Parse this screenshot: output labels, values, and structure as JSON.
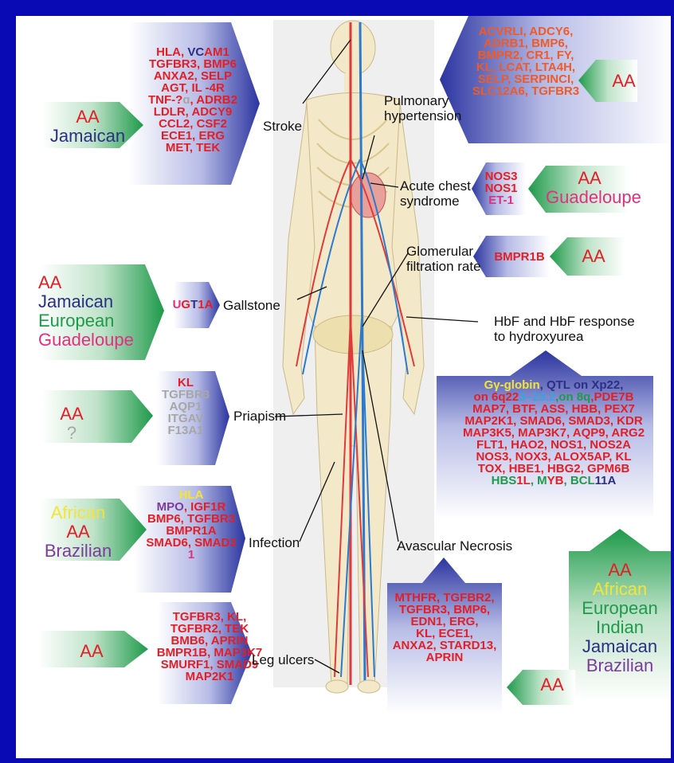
{
  "stroke": {
    "label": "Stroke",
    "pop": [
      "AA",
      "Jamaican"
    ],
    "genes": [
      [
        [
          "HLA, ",
          "r"
        ],
        [
          "VC",
          "b"
        ],
        [
          "AM1",
          "r"
        ]
      ],
      [
        [
          "TGFBR3, BMP6",
          "r"
        ]
      ],
      [
        [
          "ANXA2, SELP",
          "r"
        ]
      ],
      [
        [
          "AGT, IL -4R",
          "r"
        ]
      ],
      [
        [
          "TNF-?",
          "r"
        ],
        [
          "ɑ",
          "gr"
        ],
        [
          ", ADRB2",
          "r"
        ]
      ],
      [
        [
          "LDLR, ADCY9",
          "r"
        ]
      ],
      [
        [
          "CCL2, CSF2",
          "r"
        ]
      ],
      [
        [
          "ECE1, ERG",
          "r"
        ]
      ],
      [
        [
          "MET, TEK",
          "r"
        ]
      ]
    ]
  },
  "pulmonary": {
    "label_lines": [
      "Pulmonary",
      "hypertension"
    ],
    "pop": [
      "AA"
    ],
    "genes": [
      [
        [
          "ACVRLI, ADCY6,",
          "o"
        ]
      ],
      [
        [
          "ADRB1, BMP6,",
          "o"
        ]
      ],
      [
        [
          "BMPR2, CR1, FY,",
          "o"
        ]
      ],
      [
        [
          "KL, LCAT, LTA4H,",
          "o"
        ]
      ],
      [
        [
          "SELP, SERPINCI,",
          "o"
        ]
      ],
      [
        [
          "SLC12A6, TGFBR3",
          "o"
        ]
      ]
    ]
  },
  "acs": {
    "label_lines": [
      "Acute chest",
      "syndrome"
    ],
    "pop": [
      "AA",
      "Guadeloupe"
    ],
    "genes": [
      [
        [
          "NOS3",
          "r"
        ]
      ],
      [
        [
          "NOS1",
          "r"
        ]
      ],
      [
        [
          "ET-1",
          "m"
        ]
      ]
    ]
  },
  "gfr": {
    "label_lines": [
      "Glomerular",
      "filtration rate"
    ],
    "pop": [
      "AA"
    ],
    "genes": [
      [
        [
          "BMPR1B",
          "r"
        ]
      ]
    ]
  },
  "gallstone": {
    "label": "Gallstone",
    "pop": [
      "AA",
      "Jamaican",
      "European",
      "Guadeloupe"
    ],
    "genes": [
      [
        [
          "U",
          "m"
        ],
        [
          "G",
          "r"
        ],
        [
          "T",
          "b"
        ],
        [
          "1A",
          "r"
        ]
      ]
    ]
  },
  "hbf": {
    "label_lines": [
      "HbF and HbF response",
      "to hydroxyurea"
    ],
    "pop": [
      "AA",
      "African",
      "European",
      "Indian",
      "Jamaican",
      "Brazilian"
    ],
    "genes": [
      [
        [
          "Gγ-globin",
          "y"
        ],
        [
          ", QTL on Xp22,",
          "b"
        ]
      ],
      [
        [
          "on 6q22",
          "r"
        ],
        [
          "3–23.2",
          "c"
        ],
        [
          ",on 8q",
          "g"
        ],
        [
          ",PDE7B",
          "r"
        ]
      ],
      [
        [
          "MAP7, BTF, ASS, HBB, PEX7",
          "r"
        ]
      ],
      [
        [
          "MAP2K1, SMAD6, SMAD3, KDR",
          "r"
        ]
      ],
      [
        [
          "MAP3K5, MAP3K7, AQP9, ARG2",
          "r"
        ]
      ],
      [
        [
          "FLT1, HAO2, NOS1, NOS2A",
          "r"
        ]
      ],
      [
        [
          "NOS3, NOX3, ALOX5AP, KL",
          "r"
        ]
      ],
      [
        [
          "TOX, HBE1, HBG2, GPM6B",
          "r"
        ]
      ],
      [
        [
          "HBS",
          "g"
        ],
        [
          "1L",
          "r"
        ],
        [
          ", M",
          "g"
        ],
        [
          "YB",
          "r"
        ],
        [
          ", BCL",
          "g"
        ],
        [
          "11A",
          "b"
        ]
      ]
    ]
  },
  "priapism": {
    "label": "Priapism",
    "pop": [
      "AA",
      "?"
    ],
    "genes": [
      [
        [
          "KL",
          "r"
        ]
      ],
      [
        [
          "TGFBR3",
          "gr"
        ]
      ],
      [
        [
          "AQP1",
          "gr"
        ]
      ],
      [
        [
          "ITGAV",
          "gr"
        ]
      ],
      [
        [
          "F13A1",
          "gr"
        ]
      ]
    ]
  },
  "infection": {
    "label": "Infection",
    "pop": [
      "African",
      "AA",
      "Brazilian"
    ],
    "genes": [
      [
        [
          "HLA",
          "y"
        ]
      ],
      [
        [
          "MPO",
          "p"
        ],
        [
          ", IGF1R",
          "r"
        ]
      ],
      [
        [
          "BMP6, TGFBR3",
          "r"
        ]
      ],
      [
        [
          "BMPR1A",
          "r"
        ]
      ],
      [
        [
          "SMAD6, SMAD3",
          "r"
        ]
      ],
      [
        [
          "1",
          "m"
        ]
      ]
    ]
  },
  "avn": {
    "label": "Avascular Necrosis",
    "pop": [
      "AA"
    ],
    "genes": [
      [
        [
          "MTHFR, TGFBR2,",
          "r"
        ]
      ],
      [
        [
          "TGFBR3, BMP6,",
          "r"
        ]
      ],
      [
        [
          "EDN1, ERG,",
          "r"
        ]
      ],
      [
        [
          "KL, ECE1,",
          "r"
        ]
      ],
      [
        [
          "ANXA2, STARD13,",
          "r"
        ]
      ],
      [
        [
          "APRIN",
          "r"
        ]
      ]
    ]
  },
  "leg": {
    "label": "Leg ulcers",
    "pop": [
      "AA"
    ],
    "genes": [
      [
        [
          "TGFBR3, KL,",
          "r"
        ]
      ],
      [
        [
          "TGFBR2, TEK",
          "r"
        ]
      ],
      [
        [
          "BMB6, APRIN",
          "r"
        ]
      ],
      [
        [
          "BMPR1B, MAP3K7",
          "r"
        ]
      ],
      [
        [
          "SMURF1, SMAD9",
          "r"
        ]
      ],
      [
        [
          "MAP2K1",
          "r"
        ]
      ]
    ]
  },
  "colors": {
    "frame": "#0a0ab4",
    "red": "#e41e26",
    "navy": "#2b2f86",
    "green": "#1f9a4b",
    "magenta": "#e0307f",
    "yellow": "#f2e43a",
    "purple": "#7b3c9b",
    "grey": "#a6a6a6",
    "cyan": "#32a7df",
    "orange": "#f05a28"
  }
}
